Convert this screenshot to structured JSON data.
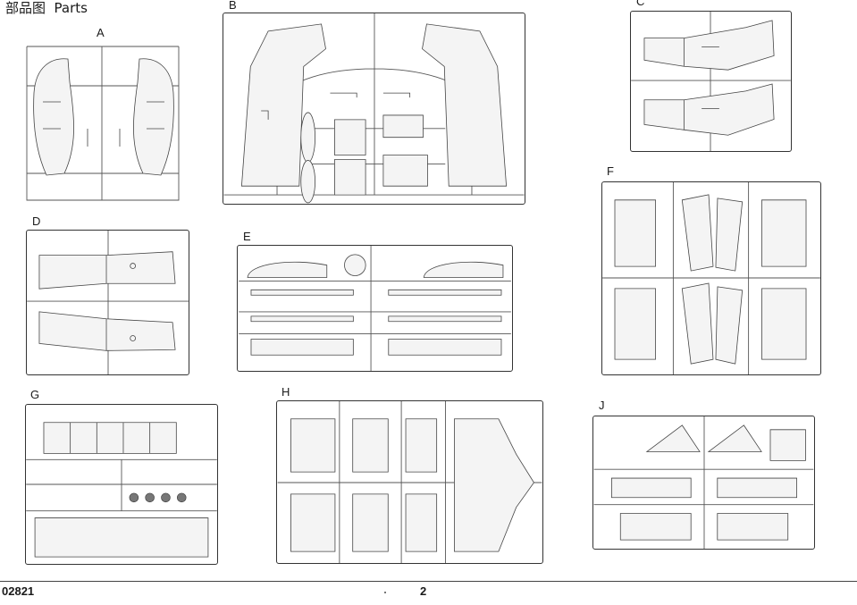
{
  "header": {
    "title": "部品图  Parts"
  },
  "sprues": [
    {
      "id": "A",
      "label": "A"
    },
    {
      "id": "B",
      "label": "B"
    },
    {
      "id": "C",
      "label": "C"
    },
    {
      "id": "D",
      "label": "D"
    },
    {
      "id": "E",
      "label": "E"
    },
    {
      "id": "F",
      "label": "F"
    },
    {
      "id": "G",
      "label": "G"
    },
    {
      "id": "H",
      "label": "H"
    },
    {
      "id": "J",
      "label": "J"
    }
  ],
  "footer": {
    "product_code": "02821",
    "page_number": "2"
  }
}
